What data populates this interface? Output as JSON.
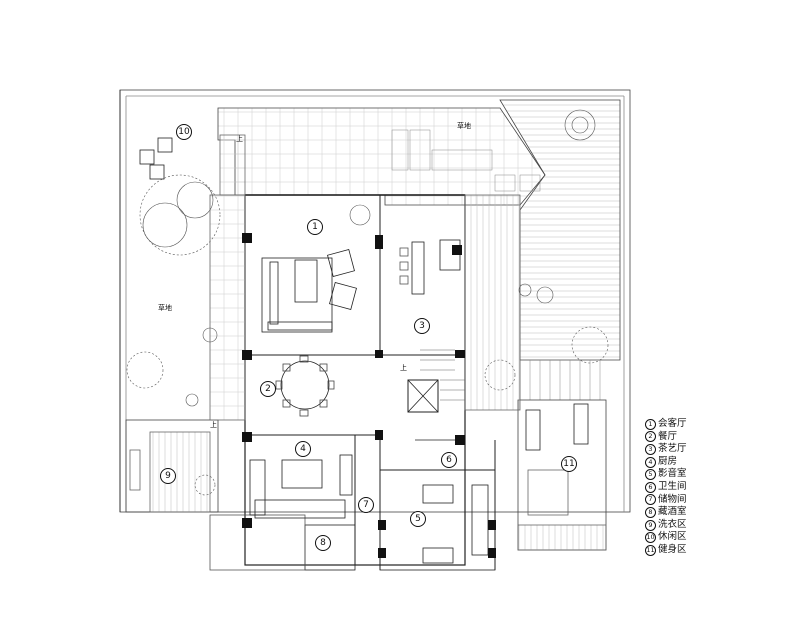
{
  "plan": {
    "room_numbers": [
      "1",
      "2",
      "3",
      "4",
      "5",
      "6",
      "7",
      "8",
      "9",
      "10",
      "11"
    ],
    "labels": {
      "lawn": "草地",
      "up": "上"
    }
  },
  "legend": [
    {
      "num": "1",
      "name": "会客厅"
    },
    {
      "num": "2",
      "name": "餐厅"
    },
    {
      "num": "3",
      "name": "茶艺厅"
    },
    {
      "num": "4",
      "name": "厨房"
    },
    {
      "num": "5",
      "name": "影音室"
    },
    {
      "num": "6",
      "name": "卫生间"
    },
    {
      "num": "7",
      "name": "储物间"
    },
    {
      "num": "8",
      "name": "藏酒室"
    },
    {
      "num": "9",
      "name": "洗衣区"
    },
    {
      "num": "10",
      "name": "休闲区"
    },
    {
      "num": "11",
      "name": "健身区"
    }
  ]
}
